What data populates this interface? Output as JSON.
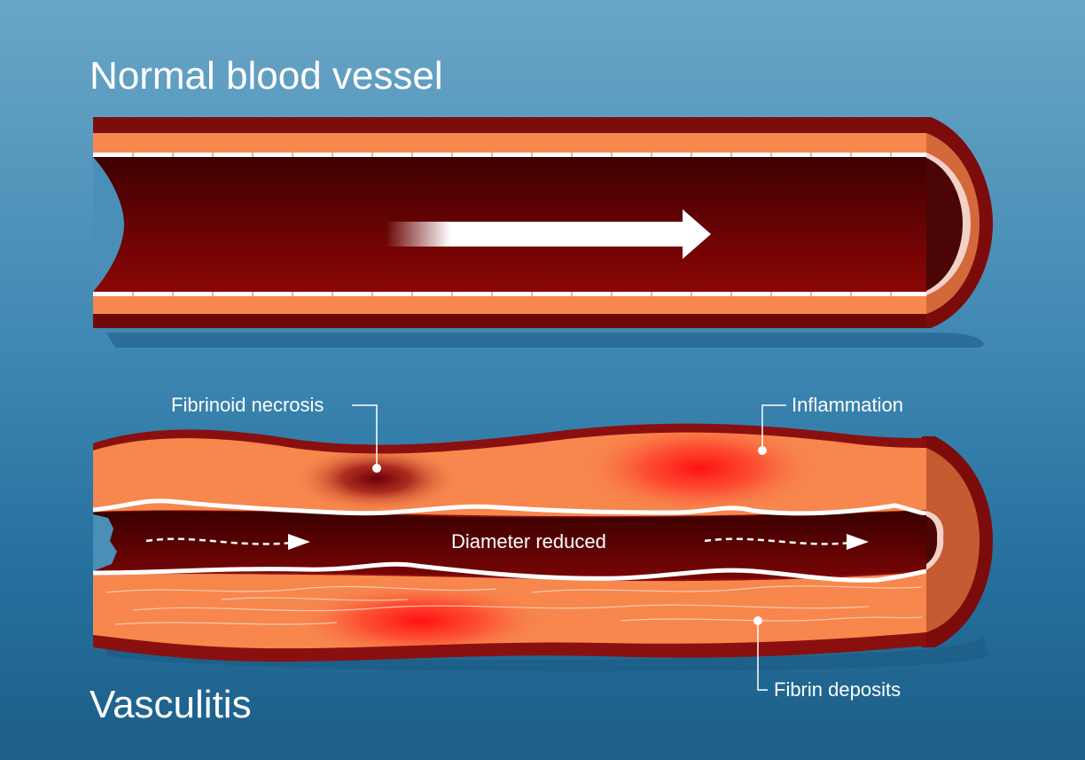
{
  "titles": {
    "normal": "Normal blood vessel",
    "disease": "Vasculitis"
  },
  "labels": {
    "fibrinoid_necrosis": "Fibrinoid necrosis",
    "inflammation": "Inflammation",
    "diameter_reduced": "Diameter reduced",
    "fibrin_deposits": "Fibrin deposits"
  },
  "colors": {
    "outer_wall": "#8a1010",
    "outer_wall_dark": "#6a0a0a",
    "media": "#f7874d",
    "lumen_dark": "#3e0000",
    "lumen_light": "#8c0606",
    "endothelium": "#ffffff",
    "inflammation_hotspot": "#ff1a1a",
    "necrosis_spot": "#7a0008"
  }
}
